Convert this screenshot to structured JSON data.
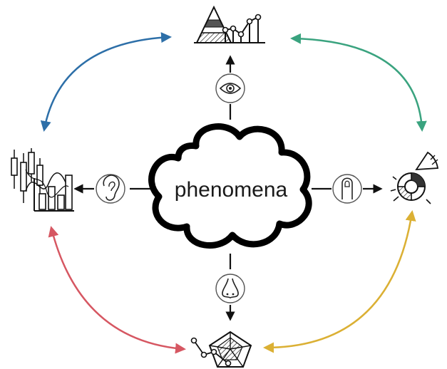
{
  "center": {
    "label": "phenomena"
  },
  "senses": [
    {
      "name": "sight",
      "icon": "eye-icon"
    },
    {
      "name": "hearing",
      "icon": "ear-icon"
    },
    {
      "name": "touch",
      "icon": "finger-icon"
    },
    {
      "name": "smell",
      "icon": "nose-icon"
    }
  ],
  "nodes": [
    {
      "icon": "mixed-chart-icon",
      "position": "top"
    },
    {
      "icon": "candlestick-chart-icon",
      "position": "left"
    },
    {
      "icon": "pie-chart-icon",
      "position": "right"
    },
    {
      "icon": "radar-network-icon",
      "position": "bottom"
    }
  ],
  "connector_colors": {
    "left_top": "#2d6fa8",
    "top_right": "#3aa37f",
    "left_bottom": "#d65762",
    "bottom_right": "#dbb034"
  }
}
